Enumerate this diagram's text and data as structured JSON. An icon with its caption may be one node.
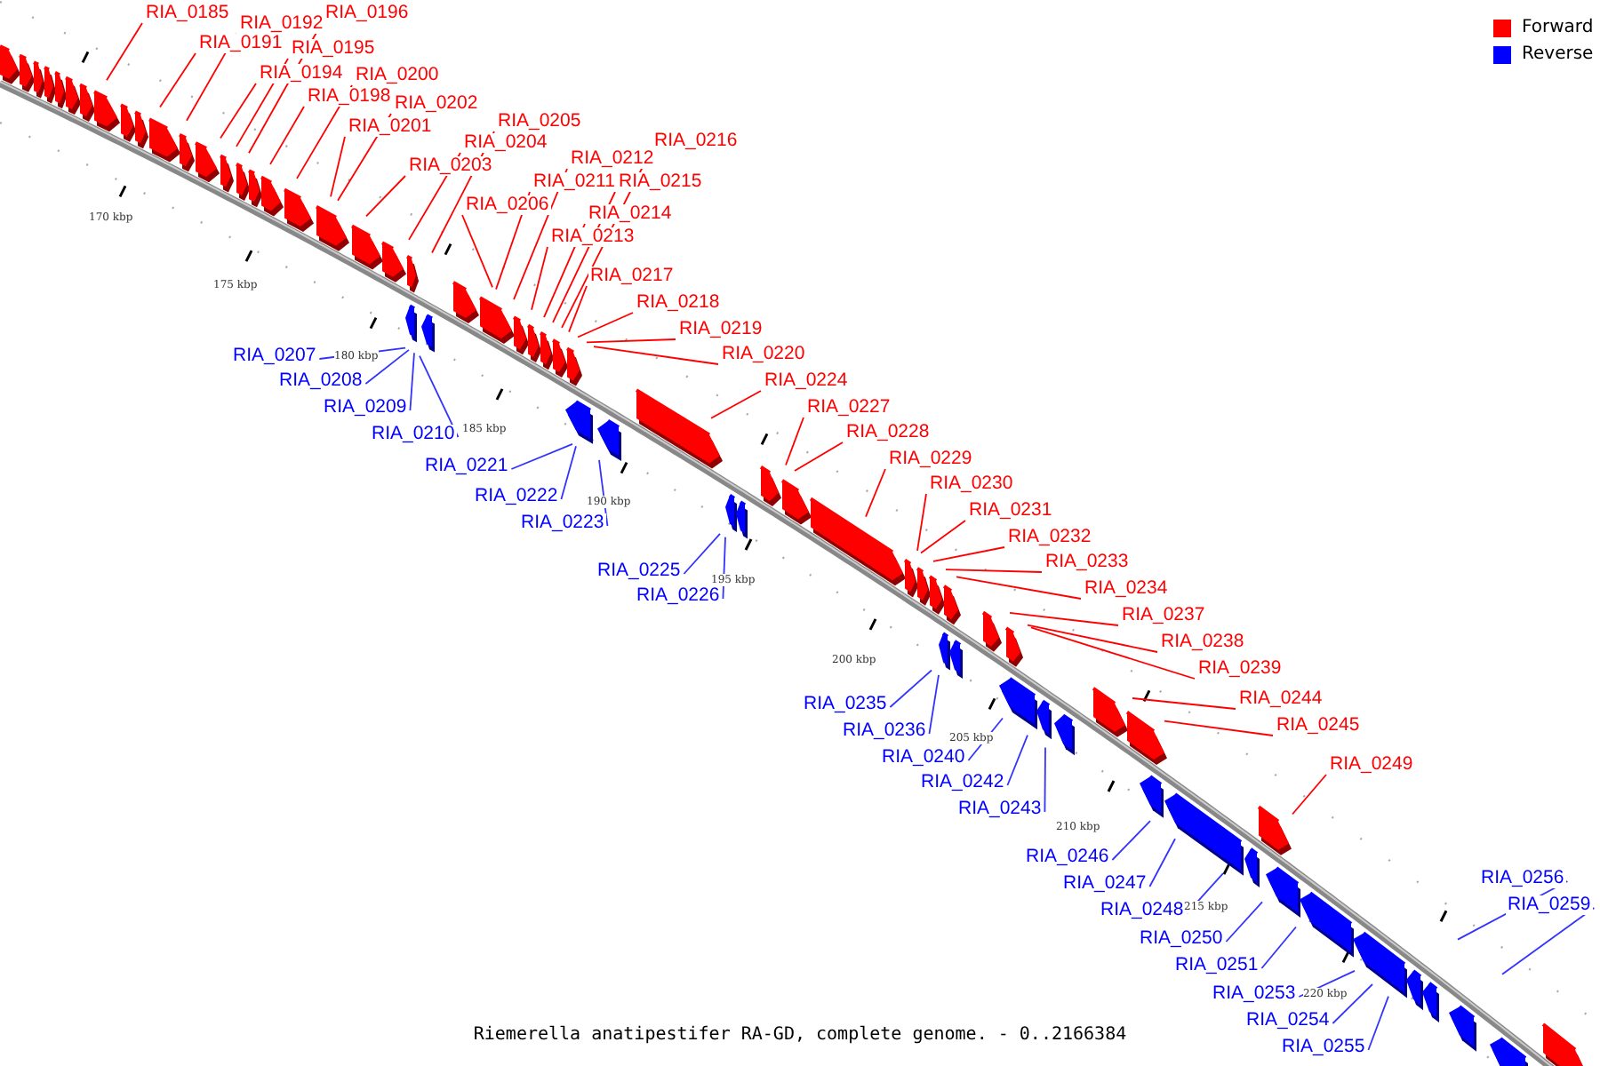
{
  "diagram": {
    "caption": "Riemerella anatipestifer RA-GD, complete genome. - 0..2166384",
    "nodes": [
      {
        "text": [
          "RIA_0185"
        ]
      },
      {
        "text": [
          "RIA_0191"
        ]
      },
      {
        "text": [
          "RIA_0192"
        ]
      },
      {
        "text": [
          "RIA_0194"
        ]
      },
      {
        "text": [
          "RIA_0195"
        ]
      },
      {
        "text": [
          "RIA_0196"
        ]
      },
      {
        "text": [
          "RIA_0198"
        ]
      },
      {
        "text": [
          "RIA_0200"
        ]
      },
      {
        "text": [
          "RIA_0201"
        ]
      },
      {
        "text": [
          "RIA_0202"
        ]
      },
      {
        "text": [
          "RIA_0203"
        ]
      },
      {
        "text": [
          "RIA_0204"
        ]
      },
      {
        "text": [
          "RIA_0205"
        ]
      },
      {
        "text": [
          "RIA_0206"
        ]
      },
      {
        "text": [
          "RIA_0207"
        ]
      },
      {
        "text": [
          "RIA_0208"
        ]
      },
      {
        "text": [
          "RIA_0209"
        ]
      },
      {
        "text": [
          "RIA_0210"
        ]
      },
      {
        "text": [
          "RIA_0211"
        ]
      },
      {
        "text": [
          "RIA_0212"
        ]
      },
      {
        "text": [
          "RIA_0213"
        ]
      },
      {
        "text": [
          "RIA_0214"
        ]
      },
      {
        "text": [
          "RIA_0215"
        ]
      },
      {
        "text": [
          "RIA_0216"
        ]
      },
      {
        "text": [
          "RIA_0217"
        ]
      },
      {
        "text": [
          "RIA_0218"
        ]
      },
      {
        "text": [
          "RIA_0219"
        ]
      },
      {
        "text": [
          "RIA_0220"
        ]
      },
      {
        "text": [
          "RIA_0221"
        ]
      },
      {
        "text": [
          "RIA_0222"
        ]
      },
      {
        "text": [
          "RIA_0223"
        ]
      },
      {
        "text": [
          "RIA_0224"
        ]
      },
      {
        "text": [
          "RIA_0225"
        ]
      },
      {
        "text": [
          "RIA_0226"
        ]
      },
      {
        "text": [
          "RIA_0227"
        ]
      },
      {
        "text": [
          "RIA_0228"
        ]
      },
      {
        "text": [
          "RIA_0229"
        ]
      },
      {
        "text": [
          "RIA_0230"
        ]
      },
      {
        "text": [
          "RIA_0231"
        ]
      },
      {
        "text": [
          "RIA_0232"
        ]
      },
      {
        "text": [
          "RIA_0233"
        ]
      },
      {
        "text": [
          "RIA_0234"
        ]
      },
      {
        "text": [
          "RIA_0235"
        ]
      },
      {
        "text": [
          "RIA_0236"
        ]
      },
      {
        "text": [
          "RIA_0237"
        ]
      },
      {
        "text": [
          "RIA_0238"
        ]
      },
      {
        "text": [
          "RIA_0239"
        ]
      },
      {
        "text": [
          "RIA_0240"
        ]
      },
      {
        "text": [
          "RIA_0242"
        ]
      },
      {
        "text": [
          "RIA_0243"
        ]
      },
      {
        "text": [
          "RIA_0244"
        ]
      },
      {
        "text": [
          "RIA_0245"
        ]
      },
      {
        "text": [
          "RIA_0246"
        ]
      },
      {
        "text": [
          "RIA_0247"
        ]
      },
      {
        "text": [
          "RIA_0248"
        ]
      },
      {
        "text": [
          "RIA_0249"
        ]
      },
      {
        "text": [
          "RIA_0250"
        ]
      },
      {
        "text": [
          "RIA_0251"
        ]
      },
      {
        "text": [
          "RIA_0253"
        ]
      },
      {
        "text": [
          "RIA_0254"
        ]
      },
      {
        "text": [
          "RIA_0255"
        ]
      },
      {
        "text": [
          "RIA_0256"
        ]
      },
      {
        "text": [
          "RIA_0259"
        ]
      }
    ],
    "edges": [
      {
        "from": 0,
        "to": null,
        "arrow": "none"
      },
      {
        "from": 1,
        "to": null,
        "arrow": "none"
      },
      {
        "from": 2,
        "to": null,
        "arrow": "none"
      },
      {
        "from": 3,
        "to": null,
        "arrow": "none"
      },
      {
        "from": 4,
        "to": null,
        "arrow": "none"
      },
      {
        "from": 5,
        "to": null,
        "arrow": "none"
      },
      {
        "from": 6,
        "to": null,
        "arrow": "none"
      },
      {
        "from": 7,
        "to": null,
        "arrow": "none"
      },
      {
        "from": 8,
        "to": null,
        "arrow": "none"
      },
      {
        "from": 9,
        "to": null,
        "arrow": "none"
      },
      {
        "from": 10,
        "to": null,
        "arrow": "none"
      },
      {
        "from": 11,
        "to": null,
        "arrow": "none"
      },
      {
        "from": 12,
        "to": null,
        "arrow": "none"
      },
      {
        "from": 13,
        "to": null,
        "arrow": "none"
      },
      {
        "from": 14,
        "to": null,
        "arrow": "none",
        "color": "#3333ff"
      },
      {
        "from": 15,
        "to": null,
        "arrow": "none",
        "color": "#3333ff"
      },
      {
        "from": 16,
        "to": null,
        "arrow": "none",
        "color": "#3333ff"
      },
      {
        "from": 17,
        "to": null,
        "arrow": "none",
        "color": "#3333ff"
      },
      {
        "from": 18,
        "to": null,
        "arrow": "none"
      },
      {
        "from": 19,
        "to": null,
        "arrow": "none"
      },
      {
        "from": 20,
        "to": null,
        "arrow": "none"
      },
      {
        "from": 21,
        "to": null,
        "arrow": "none"
      },
      {
        "from": 22,
        "to": null,
        "arrow": "none"
      },
      {
        "from": 23,
        "to": null,
        "arrow": "none"
      },
      {
        "from": 24,
        "to": null,
        "arrow": "none"
      },
      {
        "from": 25,
        "to": null,
        "arrow": "none"
      },
      {
        "from": 26,
        "to": null,
        "arrow": "none"
      },
      {
        "from": 27,
        "to": null,
        "arrow": "none"
      },
      {
        "from": 28,
        "to": null,
        "arrow": "none",
        "color": "#3333ff"
      },
      {
        "from": 29,
        "to": null,
        "arrow": "none",
        "color": "#3333ff"
      },
      {
        "from": 30,
        "to": null,
        "arrow": "none",
        "color": "#3333ff"
      },
      {
        "from": 31,
        "to": null,
        "arrow": "none"
      },
      {
        "from": 32,
        "to": null,
        "arrow": "none",
        "color": "#3333ff"
      },
      {
        "from": 33,
        "to": null,
        "arrow": "none",
        "color": "#3333ff"
      },
      {
        "from": 34,
        "to": null,
        "arrow": "none"
      },
      {
        "from": 35,
        "to": null,
        "arrow": "none"
      },
      {
        "from": 36,
        "to": null,
        "arrow": "none"
      },
      {
        "from": 37,
        "to": null,
        "arrow": "none"
      },
      {
        "from": 38,
        "to": null,
        "arrow": "none"
      },
      {
        "from": 39,
        "to": null,
        "arrow": "none"
      },
      {
        "from": 40,
        "to": null,
        "arrow": "none"
      },
      {
        "from": 41,
        "to": null,
        "arrow": "none"
      },
      {
        "from": 42,
        "to": null,
        "arrow": "none",
        "color": "#3333ff"
      },
      {
        "from": 43,
        "to": null,
        "arrow": "none",
        "color": "#3333ff"
      },
      {
        "from": 44,
        "to": null,
        "arrow": "none"
      },
      {
        "from": 45,
        "to": null,
        "arrow": "none"
      },
      {
        "from": 46,
        "to": null,
        "arrow": "none"
      },
      {
        "from": 47,
        "to": null,
        "arrow": "none",
        "color": "#3333ff"
      },
      {
        "from": 48,
        "to": null,
        "arrow": "none",
        "color": "#3333ff"
      },
      {
        "from": 49,
        "to": null,
        "arrow": "none",
        "color": "#3333ff"
      },
      {
        "from": 50,
        "to": null,
        "arrow": "none"
      },
      {
        "from": 51,
        "to": null,
        "arrow": "none"
      },
      {
        "from": 52,
        "to": null,
        "arrow": "none",
        "color": "#3333ff"
      },
      {
        "from": 53,
        "to": null,
        "arrow": "none",
        "color": "#3333ff"
      },
      {
        "from": 54,
        "to": null,
        "arrow": "none",
        "color": "#3333ff"
      },
      {
        "from": 55,
        "to": null,
        "arrow": "none"
      },
      {
        "from": 56,
        "to": null,
        "arrow": "none",
        "color": "#3333ff"
      },
      {
        "from": 57,
        "to": null,
        "arrow": "none",
        "color": "#3333ff"
      },
      {
        "from": 58,
        "to": null,
        "arrow": "none",
        "color": "#3333ff"
      },
      {
        "from": 59,
        "to": null,
        "arrow": "none",
        "color": "#3333ff"
      },
      {
        "from": 60,
        "to": null,
        "arrow": "none",
        "color": "#3333ff"
      },
      {
        "from": 61,
        "to": null,
        "arrow": "none",
        "color": "#3333ff"
      },
      {
        "from": 62,
        "to": null,
        "arrow": "none",
        "color": "#3333ff"
      }
    ],
    "labels": [
      "170 kbp",
      "175 kbp",
      "180 kbp",
      "185 kbp",
      "190 kbp",
      "195 kbp",
      "200 kbp",
      "205 kbp",
      "210 kbp",
      "215 kbp",
      "220 kbp"
    ],
    "legend": [
      {
        "text": "Forward",
        "color": "#ff0000"
      },
      {
        "text": "Reverse",
        "color": "#0000ff"
      }
    ]
  }
}
